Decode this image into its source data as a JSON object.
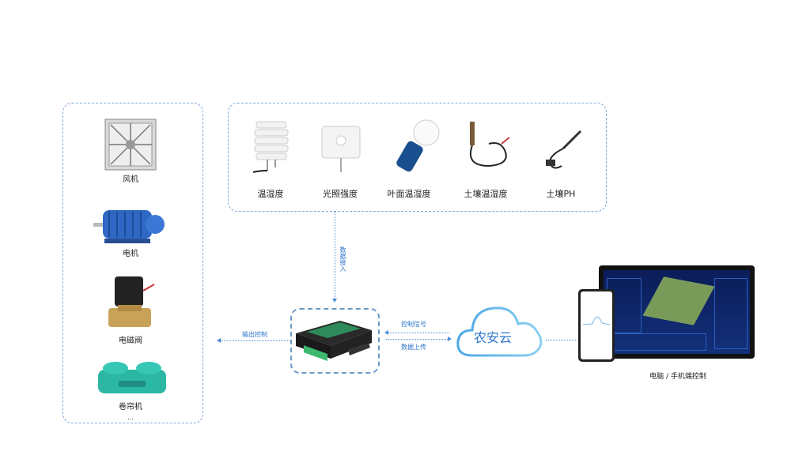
{
  "actuators": [
    {
      "label": "风机",
      "icon": "fan-icon"
    },
    {
      "label": "电机",
      "icon": "motor-icon"
    },
    {
      "label": "电磁阀",
      "icon": "solenoid-valve-icon"
    },
    {
      "label": "卷帘机",
      "icon": "roller-shutter-icon"
    }
  ],
  "actuators_more": "...",
  "sensors": [
    {
      "label": "温湿度"
    },
    {
      "label": "光照强度"
    },
    {
      "label": "叶面温湿度"
    },
    {
      "label": "土壤温湿度"
    },
    {
      "label": "土壤PH"
    }
  ],
  "flows": {
    "data_in": "数据接入",
    "output_control": "输出控制",
    "control_signal": "控制信号",
    "data_upload": "数据上传"
  },
  "cloud": {
    "label": "农安云"
  },
  "client": {
    "label": "电脑 / 手机端控制"
  },
  "colors": {
    "accent": "#2a73c8",
    "border": "#7fa8d8",
    "device_green": "#2ea66b"
  }
}
